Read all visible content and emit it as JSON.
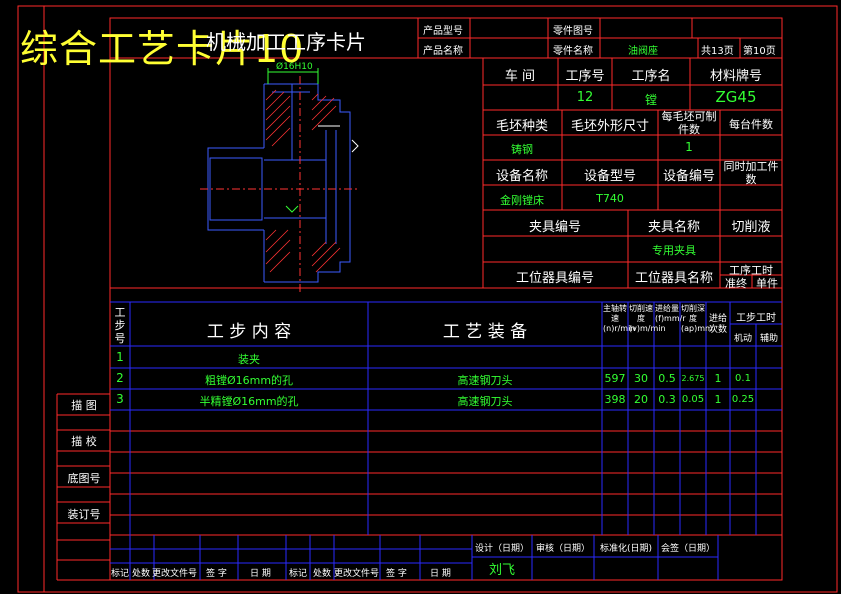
{
  "overlay_title": "综合工艺卡片10",
  "header": {
    "card_title": "机械加工工序卡片",
    "product_model_label": "产品型号",
    "product_name_label": "产品名称",
    "part_drawing_no_label": "零件图号",
    "part_name_label": "零件名称",
    "part_name_value": "油阀座",
    "total_pages": "共13页",
    "page_no": "第10页"
  },
  "drawing": {
    "dimension_label": "Ø16H10"
  },
  "info": {
    "workshop_label": "车  间",
    "op_no_label": "工序号",
    "op_name_label": "工序名",
    "material_label": "材料牌号",
    "op_no_value": "12",
    "op_name_value": "镗",
    "material_value": "ZG45",
    "blank_type_label": "毛坯种类",
    "blank_size_label": "毛坯外形尺寸",
    "parts_per_blank_label": "每毛坯可制件数",
    "parts_per_unit_label": "每台件数",
    "blank_type_value": "铸钢",
    "parts_per_blank_value": "1",
    "equip_name_label": "设备名称",
    "equip_model_label": "设备型号",
    "equip_no_label": "设备编号",
    "simul_parts_label": "同时加工件数",
    "equip_name_value": "金刚镗床",
    "equip_model_value": "T740",
    "fixture_no_label": "夹具编号",
    "fixture_name_label": "夹具名称",
    "coolant_label": "切削液",
    "fixture_name_value": "专用夹具",
    "station_tool_no_label": "工位器具编号",
    "station_tool_name_label": "工位器具名称",
    "op_time_label": "工序工时",
    "prep_label": "准终",
    "unit_label": "单件"
  },
  "steps": {
    "col_step_no": "工步号",
    "col_content": "工  步  内  容",
    "col_equipment": "工  艺  装  备",
    "col_speed": "主轴转速(n)r/min",
    "col_cut_speed": "切削速度(v)m/min",
    "col_feed": "进给量(f)mm/r",
    "col_depth": "切削深度(ap)mm",
    "col_passes": "进给次数",
    "col_time": "工步工时",
    "col_machine": "机动",
    "col_aux": "辅助",
    "rows": [
      {
        "no": "1",
        "content": "装夹",
        "equip": "",
        "n": "",
        "v": "",
        "f": "",
        "ap": "",
        "passes": "",
        "machine": ""
      },
      {
        "no": "2",
        "content": "粗镗Ø16mm的孔",
        "equip": "高速钢刀头",
        "n": "597",
        "v": "30",
        "f": "0.5",
        "ap": "2.675",
        "passes": "1",
        "machine": "0.1"
      },
      {
        "no": "3",
        "content": "半精镗Ø16mm的孔",
        "equip": "高速钢刀头",
        "n": "398",
        "v": "20",
        "f": "0.3",
        "ap": "0.05",
        "passes": "1",
        "machine": "0.25"
      }
    ]
  },
  "side": {
    "trace": "描  图",
    "check": "描  校",
    "base_no": "底图号",
    "binding_no": "装订号"
  },
  "footer": {
    "design": "设计（日期）",
    "review": "审核（日期）",
    "standard": "标准化(日期)",
    "countersign": "会签（日期）",
    "designer": "刘飞",
    "rev_cols": [
      "标记",
      "处数",
      "更改文件号",
      "签  字",
      "日  期",
      "标记",
      "处数",
      "更改文件号",
      "签  字",
      "日  期"
    ]
  }
}
